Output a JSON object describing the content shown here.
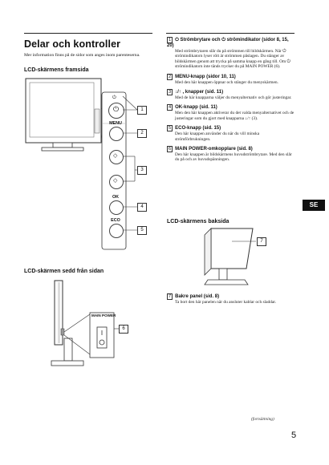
{
  "page": {
    "title": "Delar och kontroller",
    "intro": "Mer information finns på de sidor som anges inom parenteserna.",
    "language_tab": "SE",
    "page_number": "5",
    "continued": "(fortsättning)"
  },
  "front": {
    "heading": "LCD-skärmens framsida",
    "buttons": {
      "menu": "MENU",
      "ok": "OK",
      "eco": "ECO"
    },
    "callouts": [
      "1",
      "2",
      "3",
      "4",
      "5"
    ]
  },
  "side": {
    "heading": "LCD-skärmen sedd från sidan",
    "switch_label": "MAIN POWER",
    "callout": "6"
  },
  "items": [
    {
      "num": "1",
      "head": "⏻ Strömbrytare och ⏻ strömindikator (sidor 8, 15, 20)",
      "body": "Med strömbrytaren slår du på strömmen till bildskärmen. När ⏻ strömindikatorn lyser rött är strömmen påslagen. Du stänger av bildskärmen genom att trycka på samma knapp en gång till. Om ⏻ strömindikatorn inte tänds trycker du på MAIN POWER (6)."
    },
    {
      "num": "2",
      "head": "MENU-knapp (sidor 10, 11)",
      "body": "Med den här knappen öppnar och stänger du menyskärmen."
    },
    {
      "num": "3",
      "head": "↓/↑ , knapper (sid. 11)",
      "body": "Med de här knapparna väljer du menyalternativ och gör justeringar."
    },
    {
      "num": "4",
      "head": "OK-knapp (sid. 11)",
      "body": "Men den här knappen aktiverar du det valda menyalternativet och de justeringar som du gjort med knapparna ↓/↑ (3)."
    },
    {
      "num": "5",
      "head": "ECO-knapp (sid. 15)",
      "body": "Den här knappen använder du när du vill minska strömförbrukningen."
    },
    {
      "num": "6",
      "head": "MAIN POWER-omkopplare (sid. 8)",
      "body": "Den här knappen är bildskärmens huvudströmbrytare. Med den slår du på och av huvudspänningen."
    }
  ],
  "rear": {
    "heading": "LCD-skärmens baksida",
    "callout": "7",
    "item": {
      "num": "7",
      "head": "Bakre panel (sid. 8)",
      "body": "Ta bort den här panelen när du ansluter kablar och sladdar."
    }
  }
}
